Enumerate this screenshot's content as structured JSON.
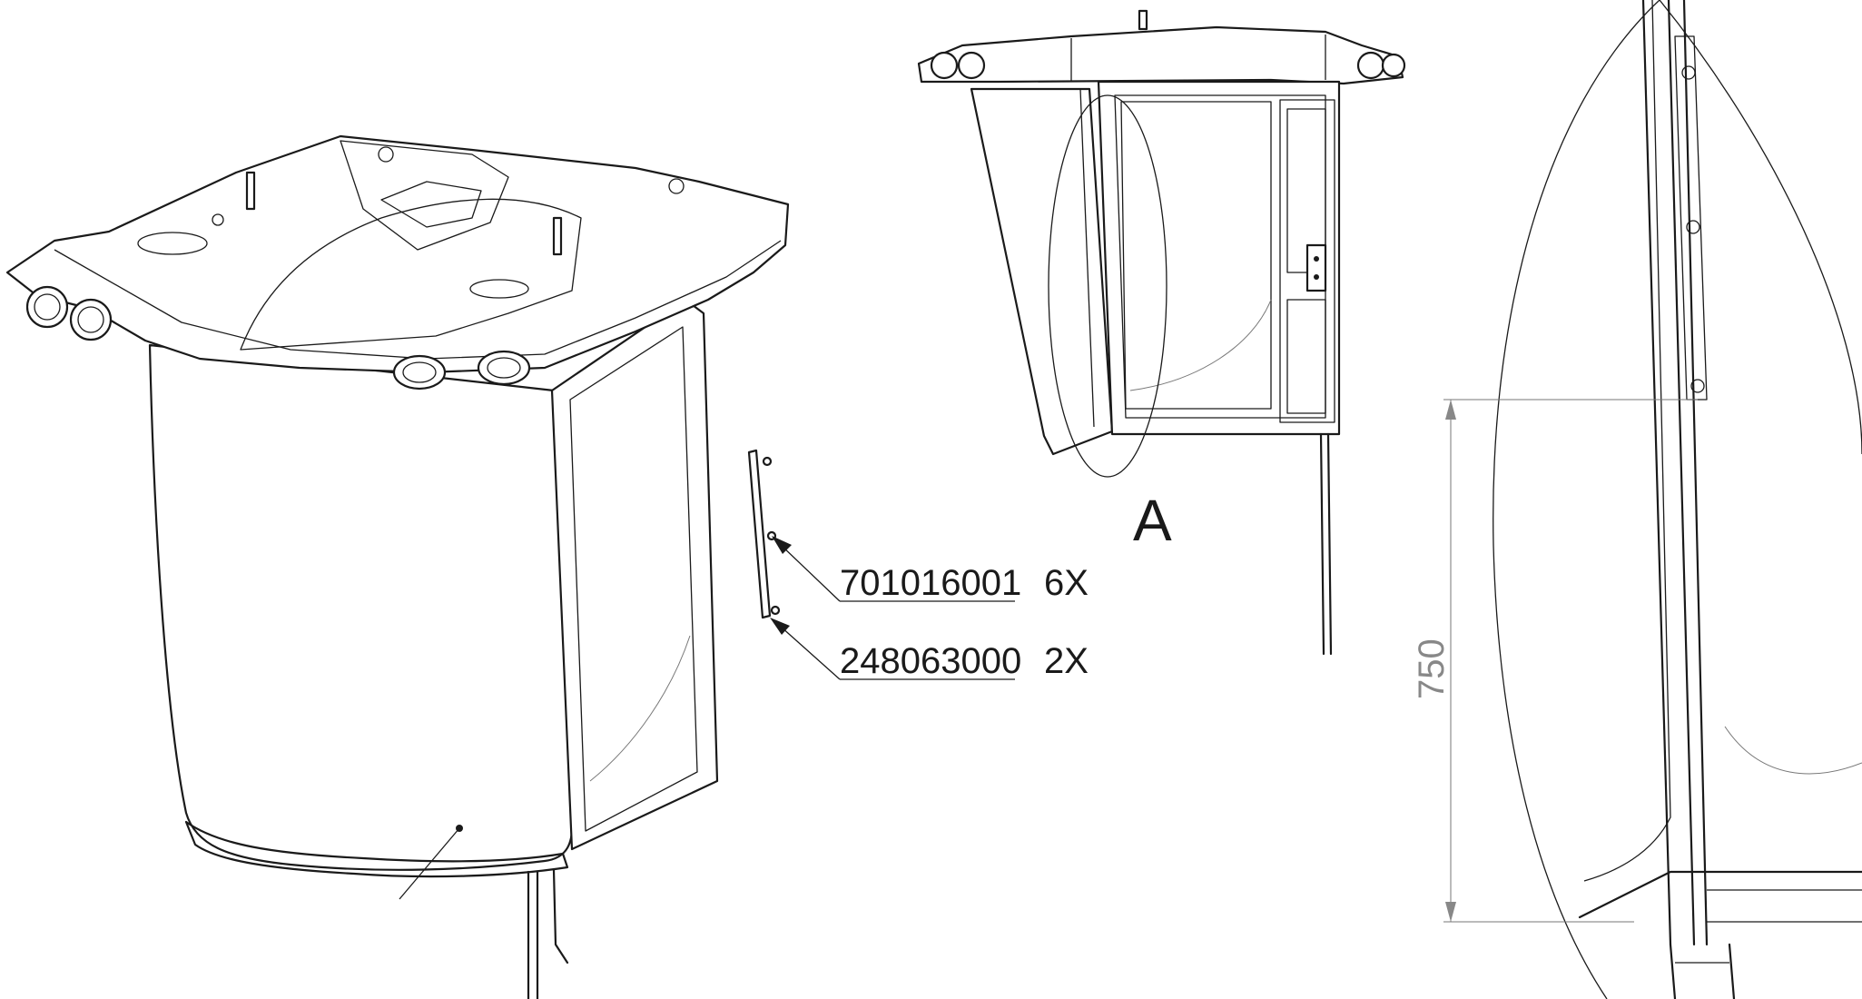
{
  "callouts": [
    {
      "part_number": "701016001",
      "quantity": "6X"
    },
    {
      "part_number": "248063000",
      "quantity": "2X"
    }
  ],
  "detail_label": "A",
  "dimension_value": "750",
  "colors": {
    "line": "#1a1a1a",
    "dimension": "#888888",
    "background": "#ffffff"
  }
}
